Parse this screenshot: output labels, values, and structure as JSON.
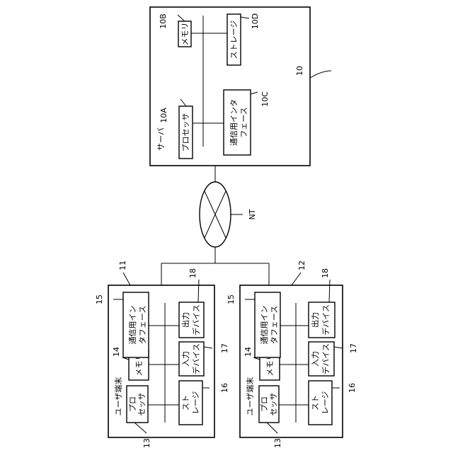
{
  "server": {
    "title": "サーバ",
    "ref": "10",
    "processor": {
      "label": "プロセッサ",
      "ref": "10A"
    },
    "memory": {
      "label": "メモリ",
      "ref": "10B"
    },
    "comm_if": {
      "line1": "通信用インタ",
      "line2": "フェース",
      "ref": "10C"
    },
    "storage": {
      "label": "ストレージ",
      "ref": "10D"
    }
  },
  "network": {
    "ref": "NT"
  },
  "terminals": [
    {
      "title": "ユーザ端末",
      "ref": "11",
      "processor": {
        "line1": "プロ",
        "line2": "セッサ",
        "ref": "13"
      },
      "memory": {
        "label": "メモリ",
        "ref": "14"
      },
      "comm_if": {
        "line1": "通信用イン",
        "line2": "タフェース",
        "ref": "15"
      },
      "storage": {
        "line1": "スト",
        "line2": "レージ",
        "ref": "16"
      },
      "input": {
        "line1": "入力",
        "line2": "デバイス",
        "ref": "17"
      },
      "output": {
        "line1": "出力",
        "line2": "デバイス",
        "ref": "18"
      }
    },
    {
      "title": "ユーザ端末",
      "ref": "12",
      "processor": {
        "line1": "プロ",
        "line2": "セッサ",
        "ref": "13"
      },
      "memory": {
        "label": "メモリ",
        "ref": "14"
      },
      "comm_if": {
        "line1": "通信用イン",
        "line2": "タフェース",
        "ref": "15"
      },
      "storage": {
        "line1": "スト",
        "line2": "レージ",
        "ref": "16"
      },
      "input": {
        "line1": "入力",
        "line2": "デバイス",
        "ref": "17"
      },
      "output": {
        "line1": "出力",
        "line2": "デバイス",
        "ref": "18"
      }
    }
  ]
}
